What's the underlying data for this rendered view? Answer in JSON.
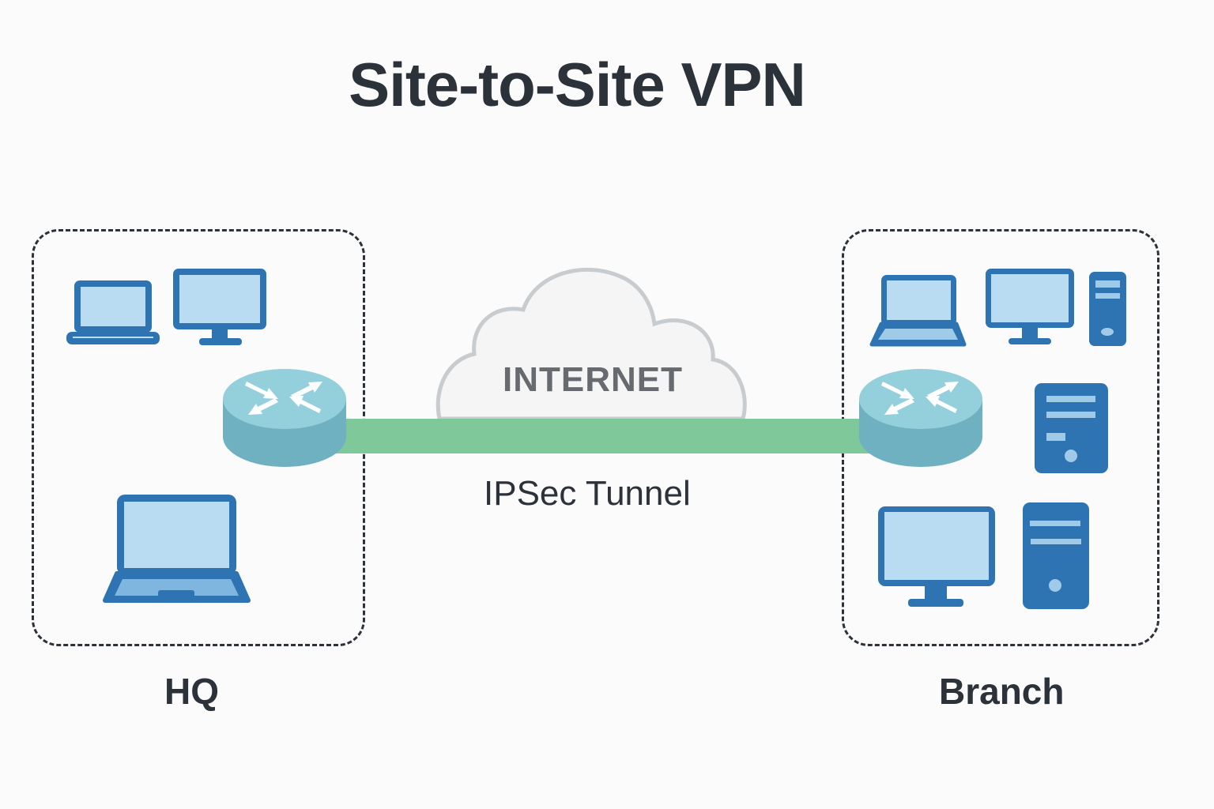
{
  "title": "Site-to-Site VPN",
  "colors": {
    "device_dark": "#2f74b2",
    "device_light": "#b9dcf3",
    "router_top": "#93d0dc",
    "router_side": "#6fb1c0",
    "tunnel": "#7fc89a",
    "cloud_stroke": "#c9cccf",
    "cloud_fill": "#f5f5f5",
    "text_dark": "#2b323a",
    "text_gray": "#676b6f"
  },
  "cloud": {
    "label": "INTERNET",
    "icon": "cloud-icon"
  },
  "tunnel": {
    "label": "IPSec Tunnel"
  },
  "sites": [
    {
      "label": "HQ",
      "router_icon": "router-icon",
      "devices": [
        {
          "type": "laptop",
          "icon": "laptop-icon"
        },
        {
          "type": "monitor",
          "icon": "desktop-monitor-icon"
        },
        {
          "type": "laptop",
          "icon": "laptop-icon"
        }
      ]
    },
    {
      "label": "Branch",
      "router_icon": "router-icon",
      "devices": [
        {
          "type": "laptop",
          "icon": "laptop-icon"
        },
        {
          "type": "monitor",
          "icon": "desktop-monitor-icon"
        },
        {
          "type": "tower",
          "icon": "pc-tower-icon"
        },
        {
          "type": "server",
          "icon": "server-icon"
        },
        {
          "type": "monitor",
          "icon": "desktop-monitor-icon"
        },
        {
          "type": "tower",
          "icon": "pc-tower-icon"
        }
      ]
    }
  ]
}
